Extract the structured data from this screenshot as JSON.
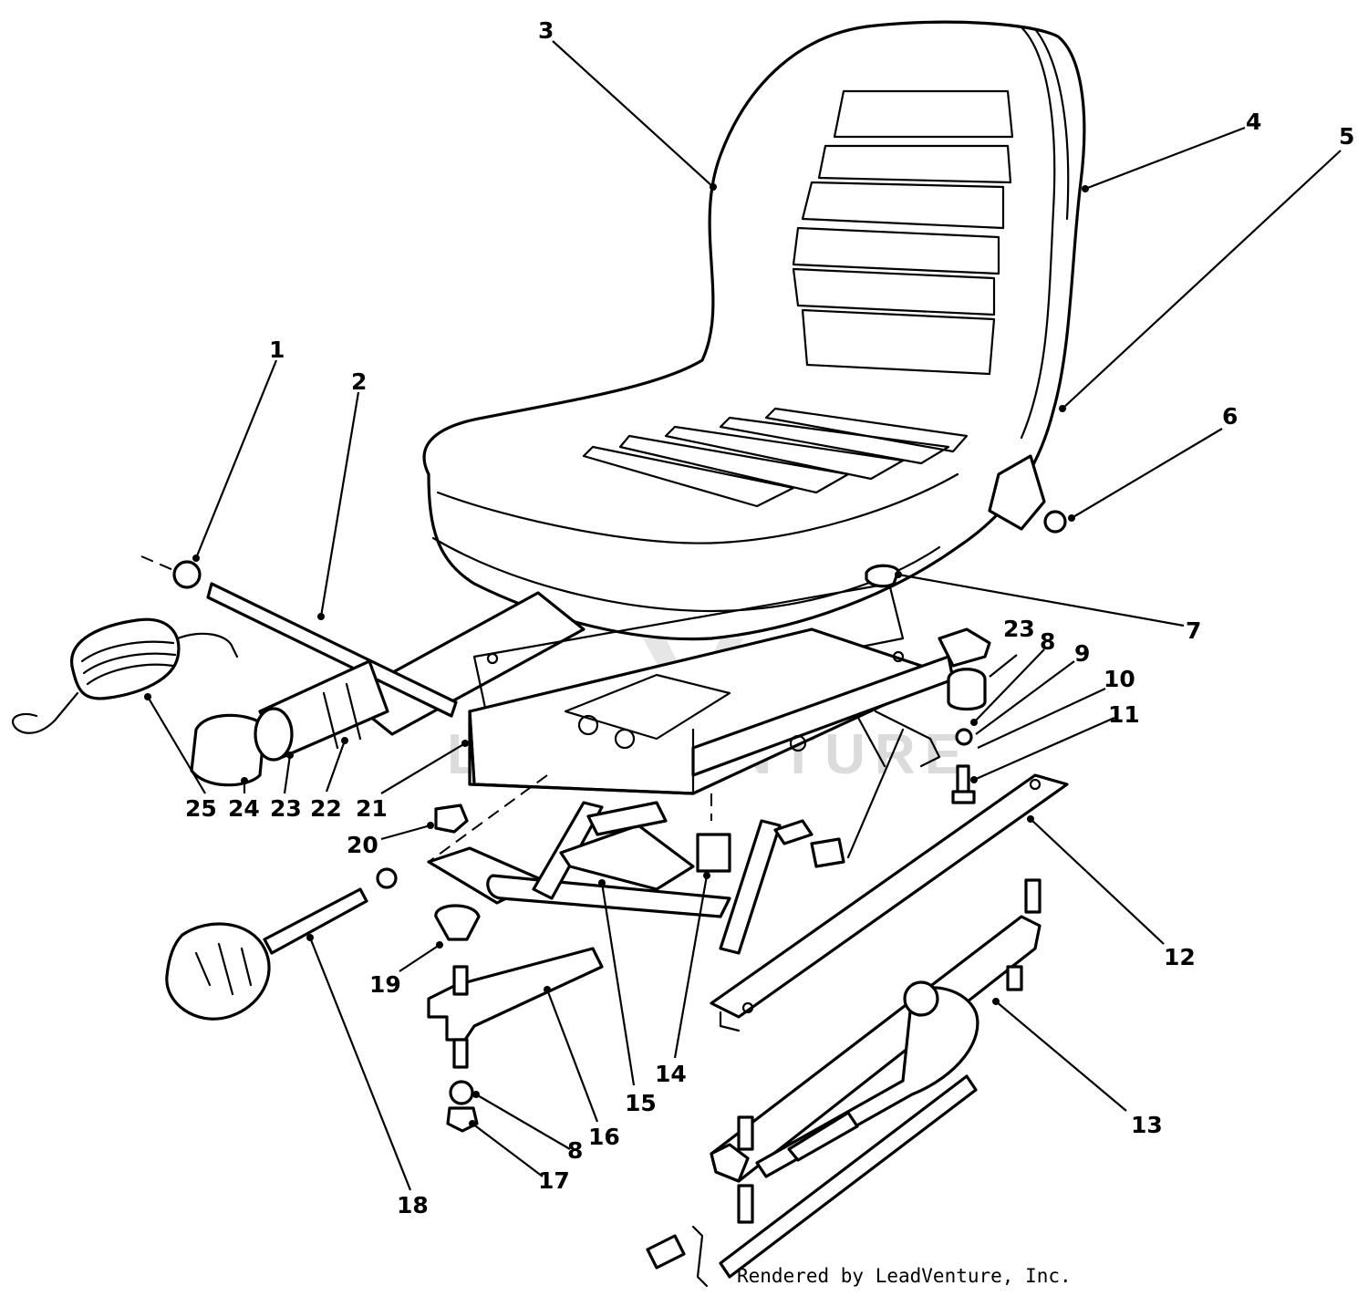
{
  "diagram": {
    "callouts": [
      "1",
      "2",
      "3",
      "4",
      "5",
      "6",
      "7",
      "8",
      "9",
      "10",
      "11",
      "12",
      "13",
      "14",
      "15",
      "16",
      "17",
      "18",
      "19",
      "20",
      "21",
      "22",
      "23",
      "24",
      "25"
    ],
    "extra_callouts": [
      "23",
      "8"
    ]
  },
  "watermark": {
    "text": "LEADVENTURE"
  },
  "footer": {
    "text": "Rendered by LeadVenture, Inc."
  },
  "colors": {
    "line": "#000000",
    "background": "#ffffff",
    "watermark": "#d8d8d8"
  }
}
